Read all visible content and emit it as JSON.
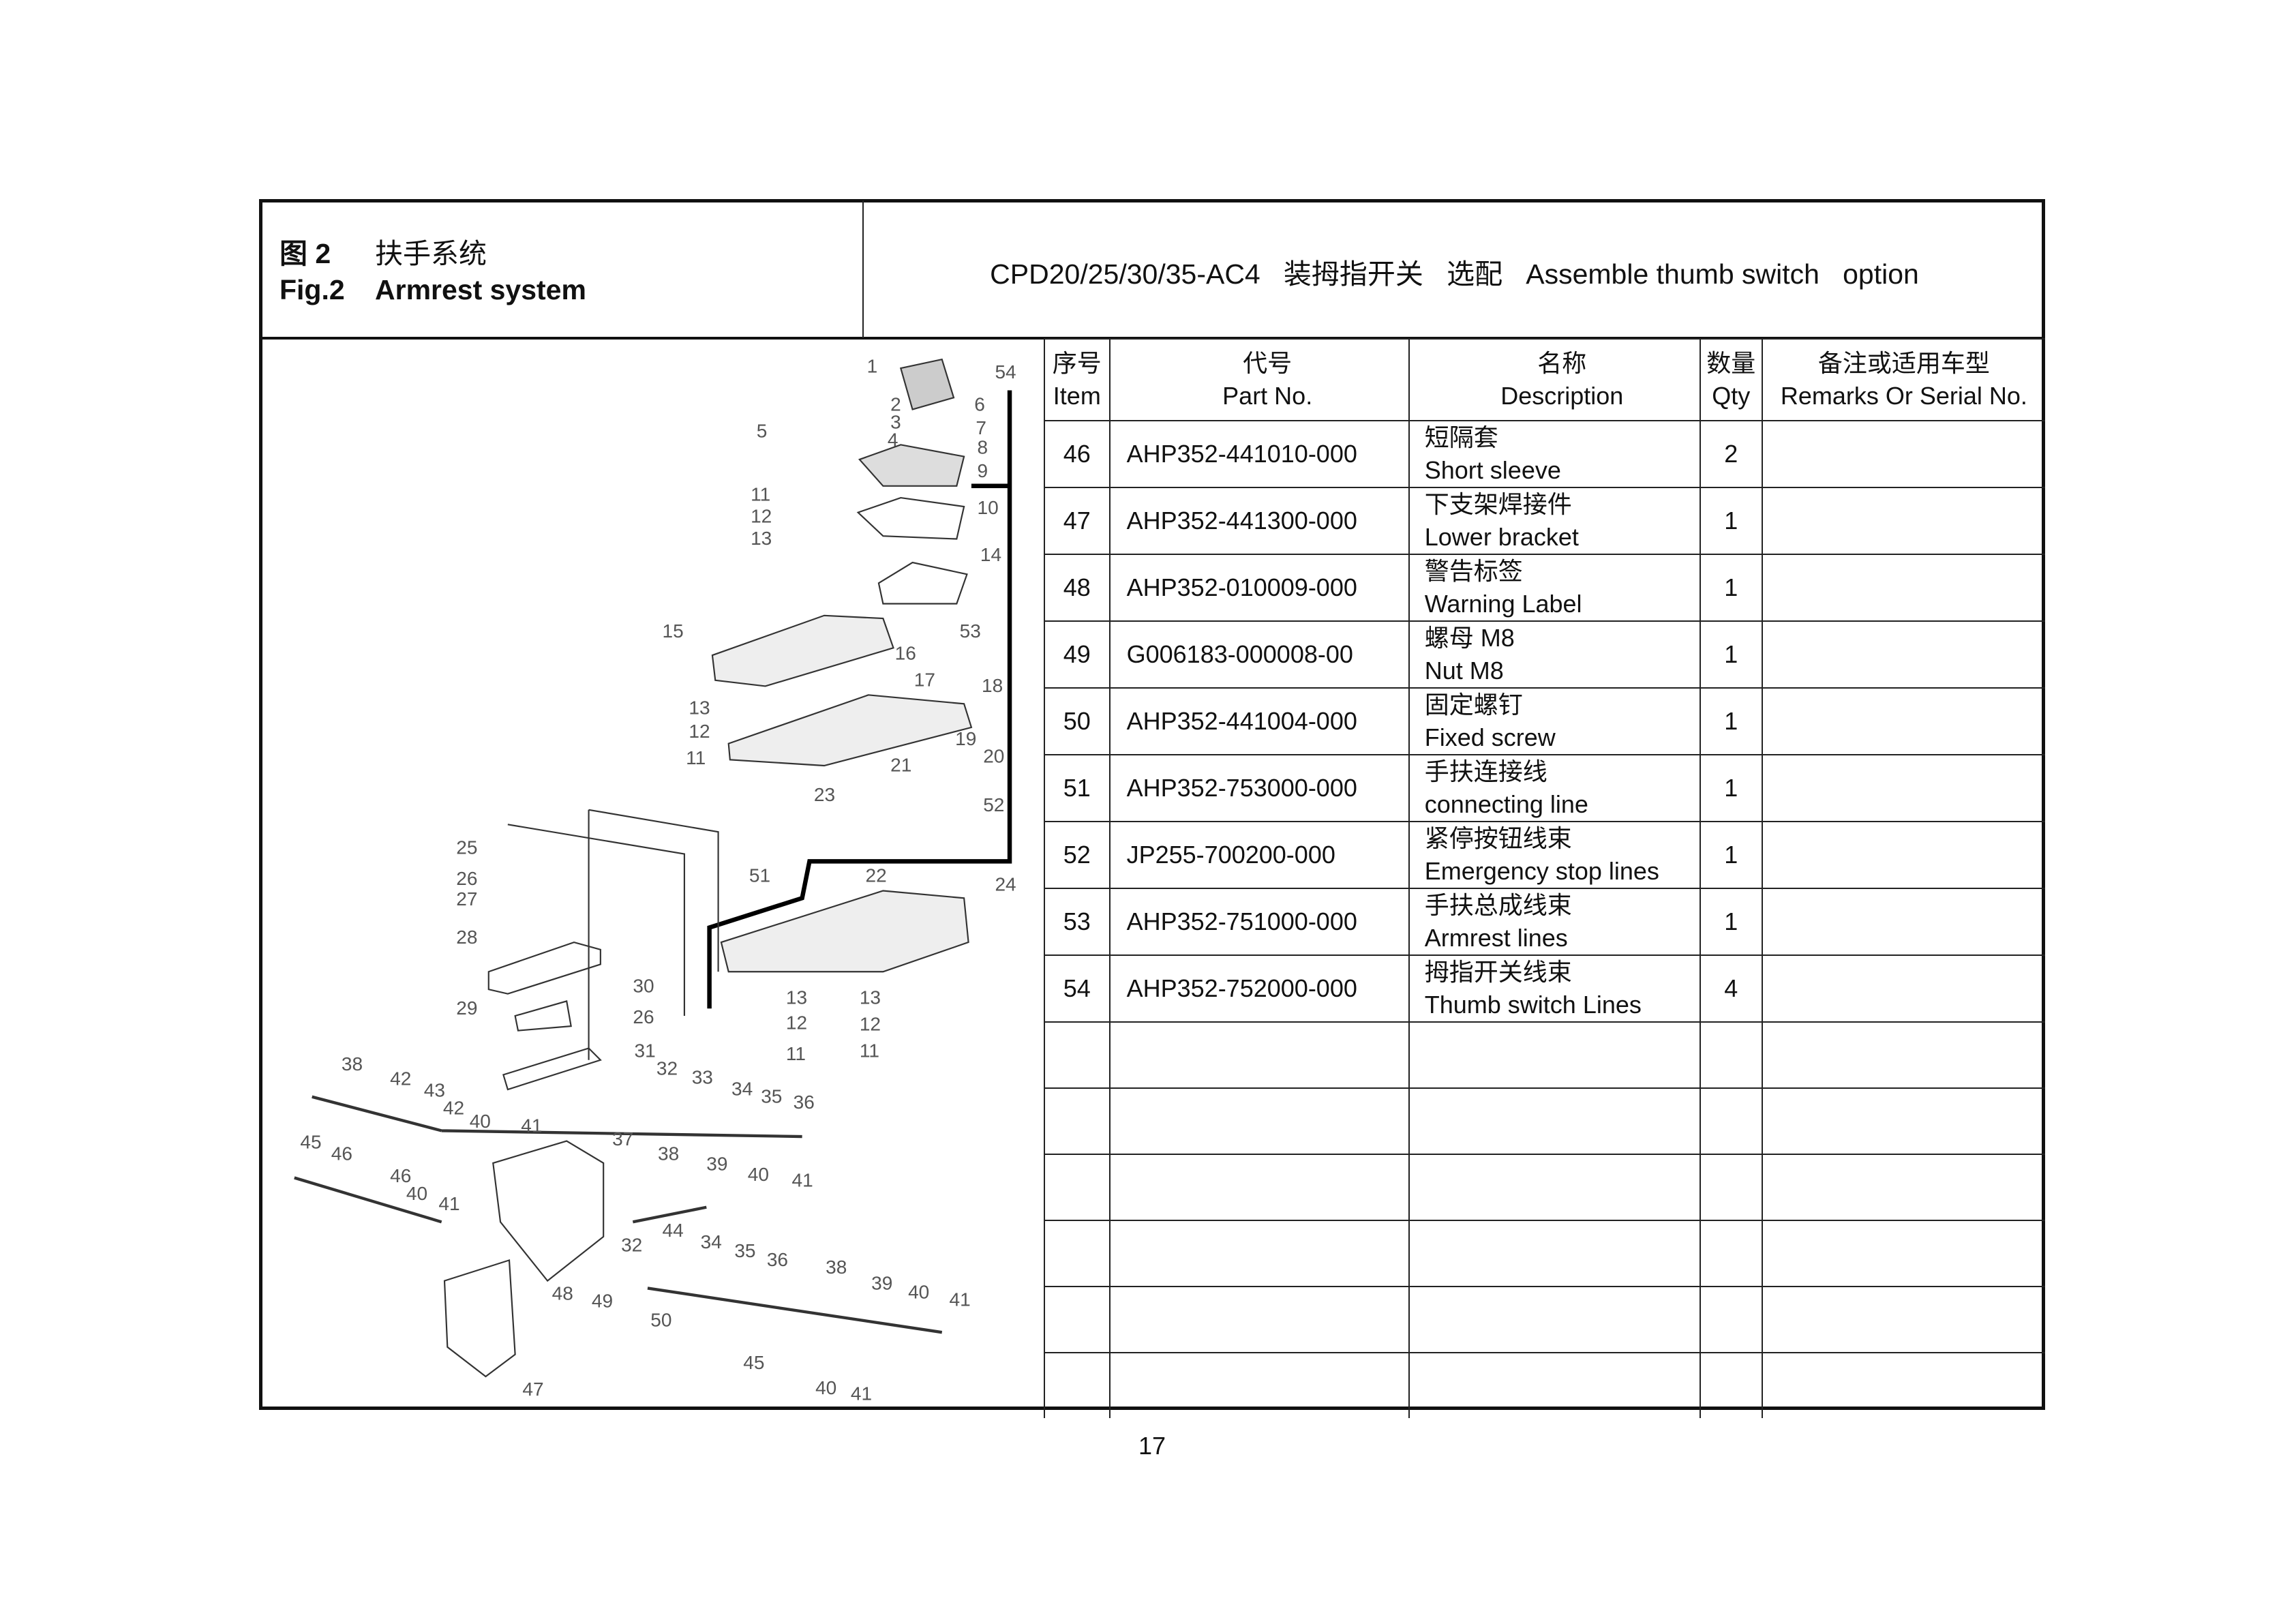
{
  "header": {
    "figure_cn": {
      "num": "图 2",
      "title": "扶手系统"
    },
    "figure_en": {
      "num": "Fig.2",
      "title": "Armrest system"
    },
    "title": "CPD20/25/30/35-AC4   装拇指开关   选配   Assemble thumb switch   option"
  },
  "table": {
    "columns": [
      {
        "cn": "序号",
        "en": "Item"
      },
      {
        "cn": "代号",
        "en": "Part No."
      },
      {
        "cn": "名称",
        "en": "Description"
      },
      {
        "cn": "数量",
        "en": "Qty"
      },
      {
        "cn": "备注或适用车型",
        "en": "Remarks Or Serial No."
      }
    ],
    "rows": [
      {
        "item": "46",
        "part": "AHP352-441010-000",
        "desc_cn": "短隔套",
        "desc_en": "Short sleeve",
        "qty": "2",
        "remarks": ""
      },
      {
        "item": "47",
        "part": "AHP352-441300-000",
        "desc_cn": "下支架焊接件",
        "desc_en": "Lower bracket",
        "qty": "1",
        "remarks": ""
      },
      {
        "item": "48",
        "part": "AHP352-010009-000",
        "desc_cn": "警告标签",
        "desc_en": "Warning Label",
        "qty": "1",
        "remarks": ""
      },
      {
        "item": "49",
        "part": "G006183-000008-00",
        "desc_cn": "螺母 M8",
        "desc_en": "Nut M8",
        "qty": "1",
        "remarks": ""
      },
      {
        "item": "50",
        "part": "AHP352-441004-000",
        "desc_cn": "固定螺钉",
        "desc_en": "Fixed screw",
        "qty": "1",
        "remarks": ""
      },
      {
        "item": "51",
        "part": "AHP352-753000-000",
        "desc_cn": "手扶连接线",
        "desc_en": "connecting line",
        "qty": "1",
        "remarks": ""
      },
      {
        "item": "52",
        "part": "JP255-700200-000",
        "desc_cn": "紧停按钮线束",
        "desc_en": "Emergency stop lines",
        "qty": "1",
        "remarks": ""
      },
      {
        "item": "53",
        "part": "AHP352-751000-000",
        "desc_cn": "手扶总成线束",
        "desc_en": "Armrest lines",
        "qty": "1",
        "remarks": ""
      },
      {
        "item": "54",
        "part": "AHP352-752000-000",
        "desc_cn": "拇指开关线束",
        "desc_en": "Thumb switch Lines",
        "qty": "4",
        "remarks": ""
      },
      {
        "item": "",
        "part": "",
        "desc_cn": "",
        "desc_en": "",
        "qty": "",
        "remarks": ""
      },
      {
        "item": "",
        "part": "",
        "desc_cn": "",
        "desc_en": "",
        "qty": "",
        "remarks": ""
      },
      {
        "item": "",
        "part": "",
        "desc_cn": "",
        "desc_en": "",
        "qty": "",
        "remarks": ""
      },
      {
        "item": "",
        "part": "",
        "desc_cn": "",
        "desc_en": "",
        "qty": "",
        "remarks": ""
      },
      {
        "item": "",
        "part": "",
        "desc_cn": "",
        "desc_en": "",
        "qty": "",
        "remarks": ""
      },
      {
        "item": "",
        "part": "",
        "desc_cn": "",
        "desc_en": "",
        "qty": "",
        "remarks": ""
      }
    ]
  },
  "diagram": {
    "callouts": [
      "1",
      "54",
      "6",
      "2",
      "3",
      "4",
      "7",
      "8",
      "5",
      "9",
      "11",
      "12",
      "13",
      "10",
      "14",
      "15",
      "53",
      "16",
      "17",
      "18",
      "13",
      "12",
      "11",
      "19",
      "20",
      "21",
      "52",
      "23",
      "25",
      "26",
      "27",
      "51",
      "22",
      "24",
      "28",
      "30",
      "29",
      "26",
      "13",
      "13",
      "12",
      "12",
      "11",
      "11",
      "31",
      "32",
      "33",
      "34",
      "35",
      "36",
      "38",
      "42",
      "43",
      "42",
      "40",
      "41",
      "45",
      "46",
      "37",
      "38",
      "39",
      "40",
      "41",
      "46",
      "40",
      "41",
      "44",
      "32",
      "34",
      "35",
      "36",
      "38",
      "39",
      "40",
      "41",
      "48",
      "49",
      "50",
      "45",
      "47",
      "40",
      "41"
    ]
  },
  "page_number": "17"
}
